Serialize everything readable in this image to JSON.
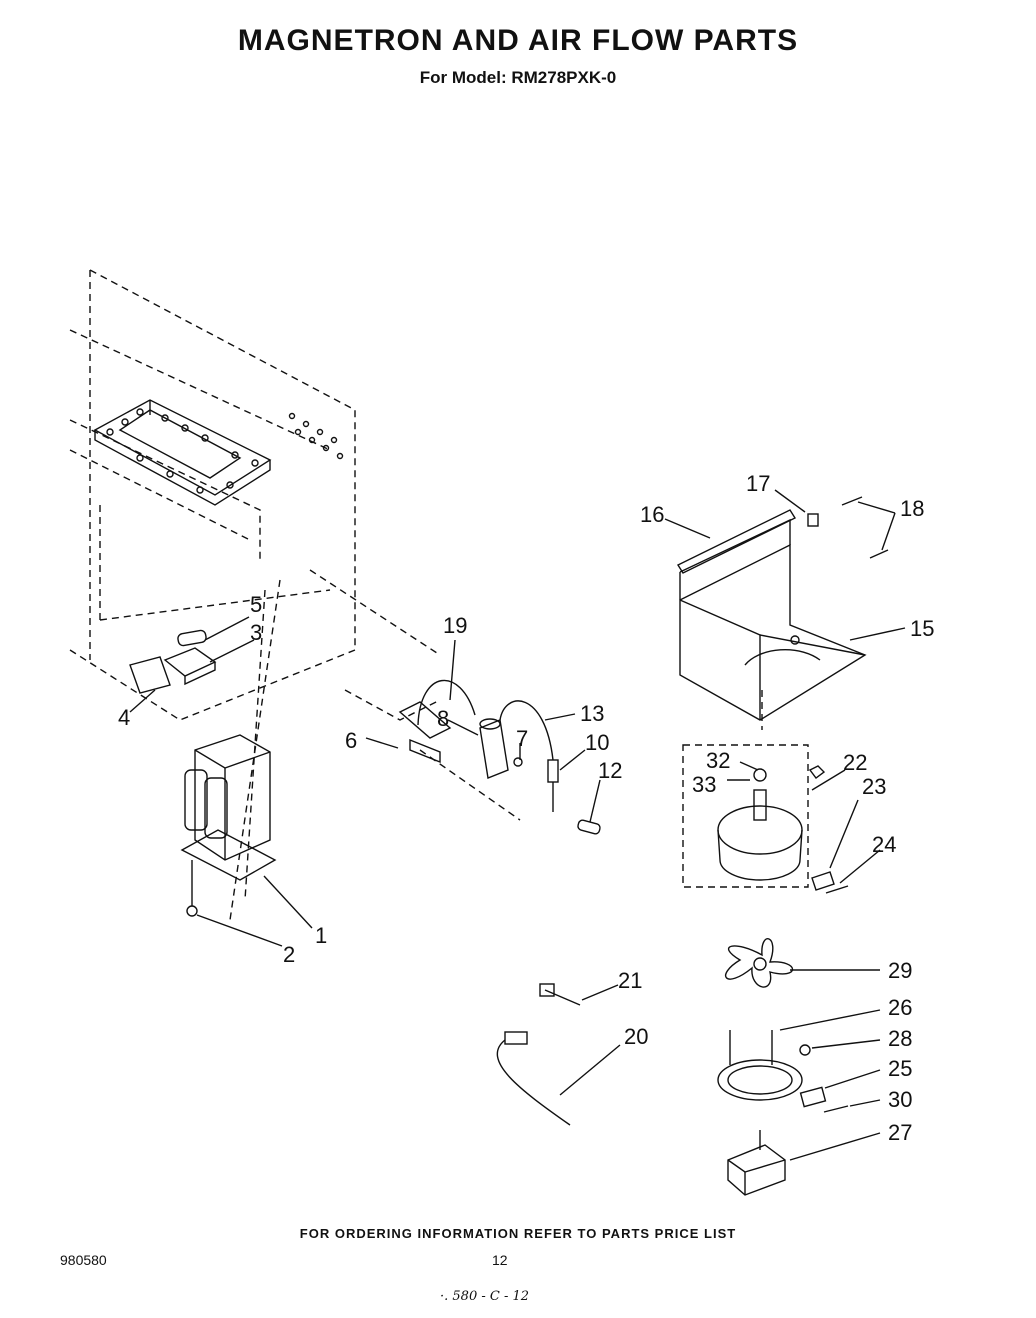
{
  "header": {
    "title": "MAGNETRON AND AIR FLOW PARTS",
    "subtitle": "For Model: RM278PXK-0"
  },
  "callouts": [
    "1",
    "2",
    "3",
    "4",
    "5",
    "6",
    "7",
    "8",
    "10",
    "12",
    "13",
    "15",
    "16",
    "17",
    "18",
    "19",
    "20",
    "21",
    "22",
    "23",
    "24",
    "25",
    "26",
    "27",
    "28",
    "29",
    "30",
    "32",
    "33"
  ],
  "footer": {
    "ordering_note": "FOR ORDERING INFORMATION REFER TO PARTS PRICE LIST",
    "doc_number": "980580",
    "page_number": "12",
    "handwritten_note": "·. 580 - C - 12"
  }
}
